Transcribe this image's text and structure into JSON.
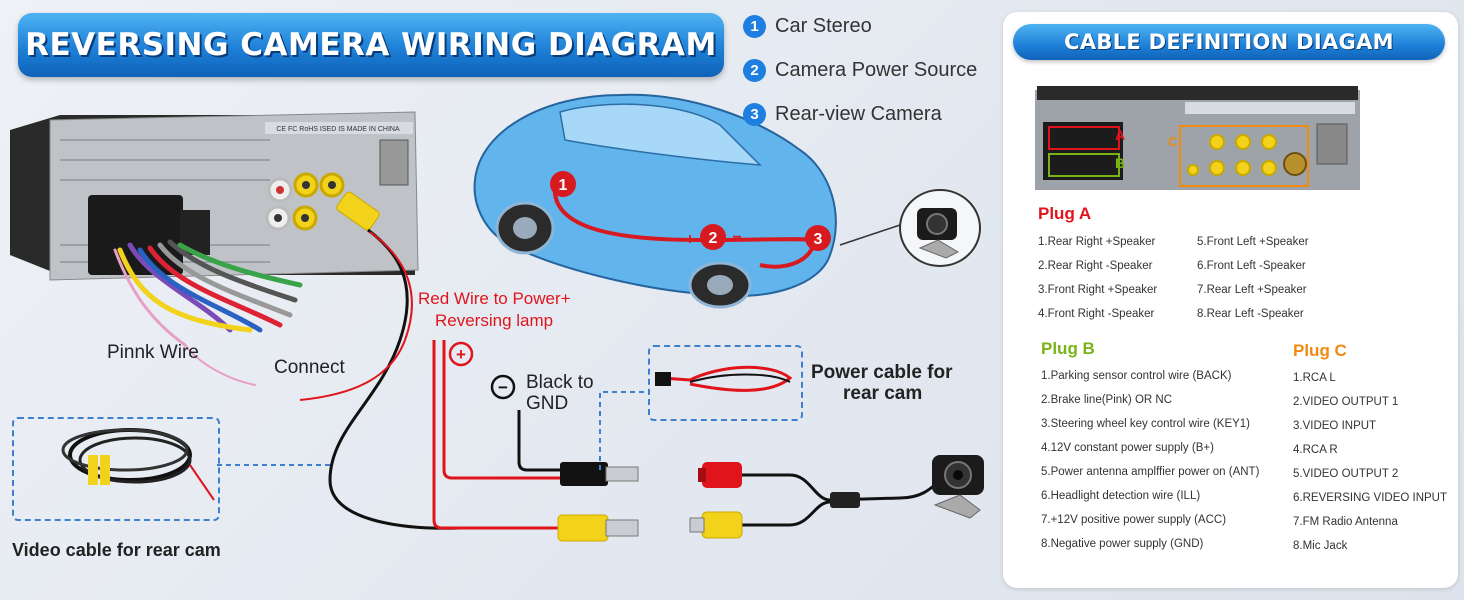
{
  "title": "REVERSING CAMERA WIRING DIAGRAM",
  "legend": [
    {
      "num": "1",
      "text": "Car Stereo"
    },
    {
      "num": "2",
      "text": "Camera Power Source"
    },
    {
      "num": "3",
      "text": "Rear-view Camera"
    }
  ],
  "labels": {
    "pink_wire": "Pinnk Wire",
    "connect": "Connect",
    "red_wire_1": "Red Wire to Power+",
    "red_wire_2": "Reversing lamp",
    "black_1": "Black to",
    "black_2": "GND",
    "power_cable_1": "Power cable for",
    "power_cable_2": "rear cam",
    "video_cable": "Video cable for rear cam",
    "plus_symbol": "+",
    "minus_symbol": "−"
  },
  "car_markers": [
    "1",
    "2",
    "3"
  ],
  "stereo_print": "CE FC RoHS ISED IS   MADE IN CHINA",
  "panel": {
    "title": "CABLE DEFINITION DIAGAM",
    "connector_letters": {
      "a": "A",
      "b": "B",
      "c": "C"
    },
    "plug_a": {
      "title": "Plug A",
      "left": [
        "1.Rear Right +Speaker",
        "2.Rear Right -Speaker",
        "3.Front Right +Speaker",
        "4.Front  Right -Speaker"
      ],
      "right": [
        "5.Front Left +Speaker",
        "6.Front Left -Speaker",
        "7.Rear Left +Speaker",
        "8.Rear Left -Speaker"
      ]
    },
    "plug_b": {
      "title": "Plug B",
      "items": [
        "1.Parking sensor control wire (BACK)",
        "2.Brake line(Pink) OR NC",
        "3.Steering wheel key control wire (KEY1)",
        "4.12V constant power supply (B+)",
        "5.Power antenna amplffier power on (ANT)",
        "6.Headlight detection wire (ILL)",
        "7.+12V positive power supply (ACC)",
        "8.Negative power supply (GND)"
      ]
    },
    "plug_c": {
      "title": "Plug C",
      "items": [
        "1.RCA L",
        "2.VIDEO OUTPUT 1",
        "3.VIDEO INPUT",
        "4.RCA R",
        "5.VIDEO OUTPUT 2",
        "6.REVERSING VIDEO INPUT",
        "7.FM Radio Antenna",
        "8.Mic Jack"
      ]
    }
  },
  "colors": {
    "banner_blue": "#1e80d8",
    "wire_red": "#e0151b",
    "wire_black": "#111111",
    "rca_yellow": "#f2d21b",
    "plug_a_red": "#e0151b",
    "plug_b_green": "#7ab317",
    "plug_c_orange": "#f08a12",
    "dash_blue": "#3f7fd0"
  }
}
